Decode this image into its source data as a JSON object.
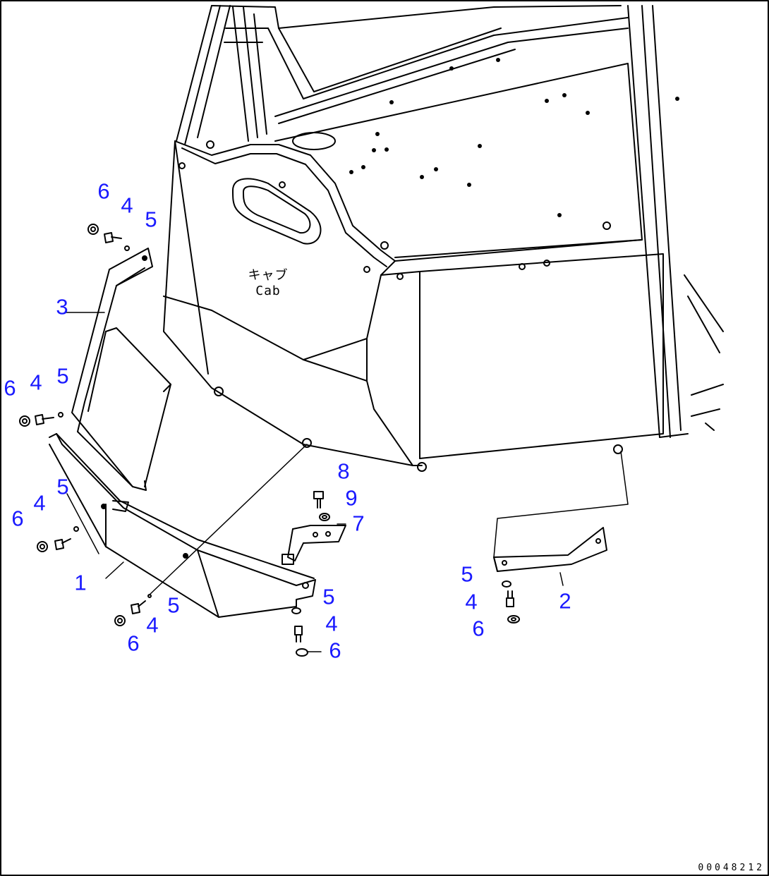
{
  "drawing": {
    "cab_label_jp": "キャブ",
    "cab_label_en": "Cab",
    "drawing_number": "00048212"
  },
  "callouts": {
    "c6a": "6",
    "c4a": "4",
    "c5a": "5",
    "c3": "3",
    "c6b": "6",
    "c4b": "4",
    "c5b": "5",
    "c5c": "5",
    "c4c": "4",
    "c6c": "6",
    "c1": "1",
    "c5d": "5",
    "c4d": "4",
    "c6d": "6",
    "c8": "8",
    "c9": "9",
    "c7": "7",
    "c5e": "5",
    "c4e": "4",
    "c6e": "6",
    "c5f": "5",
    "c2": "2",
    "c4f": "4",
    "c6f": "6"
  },
  "colors": {
    "callout": "#1a1aff",
    "line": "#000000"
  }
}
